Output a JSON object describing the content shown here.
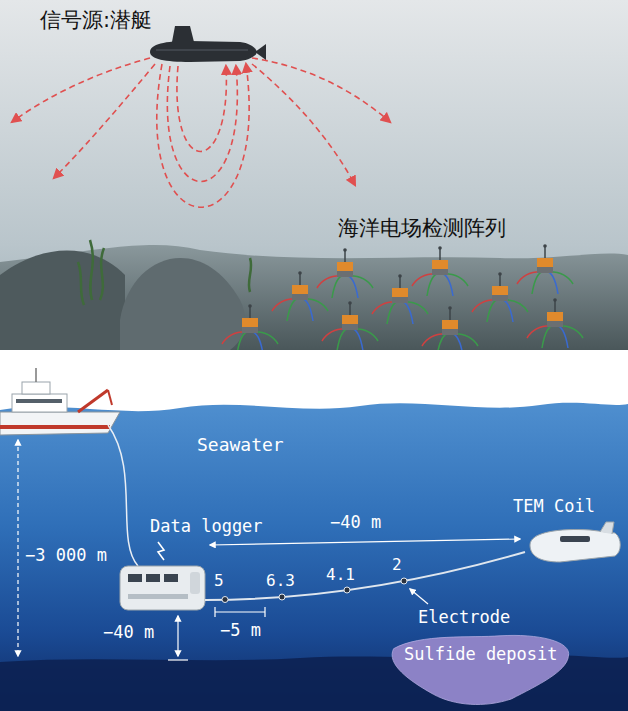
{
  "diagram": {
    "nodes": [
      {
        "text": [
          "Sulfide deposit"
        ]
      }
    ],
    "labels": [
      "信号源:潜艇",
      "海洋电场检测阵列",
      "Seawater",
      "Data logger",
      "−40 m",
      "TEM Coil",
      "−3 000 m",
      "5",
      "6.3",
      "4.1",
      "2",
      "−5 m",
      "−40 m",
      "Electrode"
    ]
  }
}
